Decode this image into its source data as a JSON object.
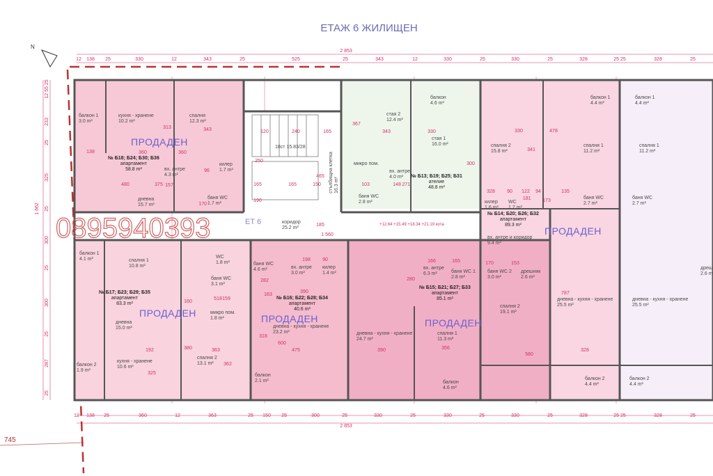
{
  "title": "ЕТАЖ 6 ЖИЛИЩЕН",
  "watermark_phone": "0895940393",
  "floor_label": "ЕТ 6",
  "elevation_note": "+12.64 +15.49 +18.34 +21.19 кота",
  "colors": {
    "sold_fill": "#f7c9d6",
    "sold_fill_dark": "#f1a9c2",
    "studio_fill": "#eef6ec",
    "free_fill": "#f6eef8",
    "walls": "#555555",
    "dimension": "#d0306a",
    "sold_text": "#6a5fd0"
  },
  "common": {
    "stair": "18ст 15.83/28",
    "stairwell": {
      "name": "стълбищна клетка",
      "area": "16.3 m²"
    },
    "corridor": {
      "name": "коридор",
      "area": "25.2 m²"
    }
  },
  "apartments": {
    "b18": {
      "label": "№ Б18; Б24; Б30; Б36",
      "type": "апартамент",
      "area": "58.8 m²",
      "status": "ПРОДАДЕН",
      "rooms": [
        {
          "name": "балкон 1",
          "area": "3.0 m²"
        },
        {
          "name": "кухня - хранене",
          "area": "10.2 m²"
        },
        {
          "name": "спалня",
          "area": "12.3 m²"
        },
        {
          "name": "вх. антре",
          "area": "4.3 m²"
        },
        {
          "name": "килер",
          "area": "1.7 m²"
        },
        {
          "name": "баня WC",
          "area": "1.7 m²"
        },
        {
          "name": "дневна",
          "area": "15.7 m²"
        }
      ]
    },
    "b13": {
      "label": "№ Б13; Б19; Б25; Б31",
      "type": "ателие",
      "area": "48.8 m²",
      "rooms": [
        {
          "name": "балкон",
          "area": "4.6 m²"
        },
        {
          "name": "стая 2",
          "area": "12.4 m²"
        },
        {
          "name": "стая 1",
          "area": "16.0 m²"
        },
        {
          "name": "вх. антре",
          "area": "4.0 m²"
        },
        {
          "name": "микро пом.",
          "area": ""
        },
        {
          "name": "баня WC",
          "area": "2.8 m²"
        }
      ]
    },
    "b14": {
      "label": "№ Б14; Б20; Б26; Б32",
      "type": "апартамент",
      "area": "89.3 m²",
      "status": "ПРОДАДЕН",
      "rooms": [
        {
          "name": "спалня 2",
          "area": "15.8 m²"
        },
        {
          "name": "балкон 1",
          "area": "4.4 m²"
        },
        {
          "name": "спалня 1",
          "area": "11.2 m²"
        },
        {
          "name": "килер",
          "area": "1.6 m²"
        },
        {
          "name": "WC",
          "area": "1.7 m²"
        },
        {
          "name": "баня WC",
          "area": "2.7 m²"
        },
        {
          "name": "вх. антре и коридор",
          "area": "9.4 m²"
        },
        {
          "name": "дневна - кухня - хранене",
          "area": "25.5 m²"
        },
        {
          "name": "балкон 2",
          "area": "4.4 m²"
        }
      ]
    },
    "right": {
      "rooms": [
        {
          "name": "балкон 1",
          "area": "4.4 m²"
        },
        {
          "name": "спалня 1",
          "area": "11.2 m²"
        },
        {
          "name": "баня WC",
          "area": "2.7 m²"
        },
        {
          "name": "дневна - кухня - хранене",
          "area": "25.5 m²"
        },
        {
          "name": "балкон 2",
          "area": "4.4 m²"
        },
        {
          "name": "дрешник",
          "area": "2.6 m²"
        }
      ]
    },
    "b17": {
      "label": "№ Б17; Б23; Б29; Б35",
      "type": "апартамент",
      "area": "83.3 m²",
      "status": "ПРОДАДЕН",
      "rooms": [
        {
          "name": "балкон 1",
          "area": "4.1 m²"
        },
        {
          "name": "спалня 1",
          "area": "10.8 m²"
        },
        {
          "name": "WC",
          "area": "1.8 m²"
        },
        {
          "name": "баня WC",
          "area": "3.1 m²"
        },
        {
          "name": "дневна",
          "area": "15.0 m²"
        },
        {
          "name": "микро пом.",
          "area": "1.8 m²"
        },
        {
          "name": "кухня - хранене",
          "area": "10.6 m²"
        },
        {
          "name": "балкон 2",
          "area": "1.9 m²"
        },
        {
          "name": "спалня 2",
          "area": "13.1 m²"
        }
      ]
    },
    "b16": {
      "label": "№ Б16; Б22; Б28; Б34",
      "type": "апартамент",
      "area": "40.6 m²",
      "status": "ПРОДАДЕН",
      "rooms": [
        {
          "name": "баня WC",
          "area": "4.6 m²"
        },
        {
          "name": "вх. антре",
          "area": "3.0 m²"
        },
        {
          "name": "килер",
          "area": "1.4 m²"
        },
        {
          "name": "дневна - кухня - хранене",
          "area": "23.2 m²"
        },
        {
          "name": "балкон",
          "area": "2.1 m²"
        }
      ]
    },
    "b15": {
      "label": "№ Б15; Б21; Б27; Б33",
      "type": "апартамент",
      "area": "85.1 m²",
      "status": "ПРОДАДЕН",
      "rooms": [
        {
          "name": "дневна - кухня - хранене",
          "area": "24.7 m²"
        },
        {
          "name": "вх. антре",
          "area": "6.3 m²"
        },
        {
          "name": "баня WC 1",
          "area": "2.8 m²"
        },
        {
          "name": "баня WC 2",
          "area": "3.0 m²"
        },
        {
          "name": "дрешник",
          "area": "2.6 m²"
        },
        {
          "name": "спалня 1",
          "area": "11.3 m²"
        },
        {
          "name": "спалня 2",
          "area": "19.1 m²"
        },
        {
          "name": "балкон",
          "area": "4.6 m²"
        }
      ]
    }
  },
  "dimensions": {
    "total_width": "2 853",
    "total_depth": "1 662",
    "offset": "745",
    "top": [
      "12",
      "138",
      "25",
      "330",
      "12",
      "343",
      "25",
      "525",
      "25",
      "343",
      "12",
      "330",
      "25",
      "330",
      "25",
      "328",
      "25 25",
      "328",
      "25"
    ],
    "bottom": [
      "12",
      "138",
      "25",
      "360",
      "12",
      "363",
      "25",
      "150",
      "25",
      "300",
      "25",
      "330",
      "25",
      "330",
      "25",
      "330",
      "25",
      "328",
      "25 25",
      "328",
      "25"
    ],
    "left": [
      "12 55 25",
      "233",
      "25",
      "325",
      "25",
      "300",
      "25",
      "300",
      "25",
      "287",
      "25"
    ],
    "interior": [
      "138",
      "360",
      "313",
      "360",
      "343",
      "480",
      "157",
      "375",
      "96",
      "170",
      "120",
      "240",
      "165",
      "250",
      "465",
      "165",
      "165",
      "150",
      "190",
      "185",
      "367",
      "343",
      "330",
      "271",
      "103",
      "148",
      "300",
      "1 560",
      "330",
      "478",
      "341",
      "328",
      "90",
      "122",
      "94",
      "135",
      "181",
      "173",
      "160",
      "518",
      "159",
      "192",
      "380",
      "325",
      "363",
      "362",
      "198",
      "90",
      "282",
      "163",
      "390",
      "318",
      "600",
      "475",
      "390",
      "166",
      "165",
      "170",
      "153",
      "280",
      "356",
      "580",
      "787",
      "328"
    ]
  }
}
